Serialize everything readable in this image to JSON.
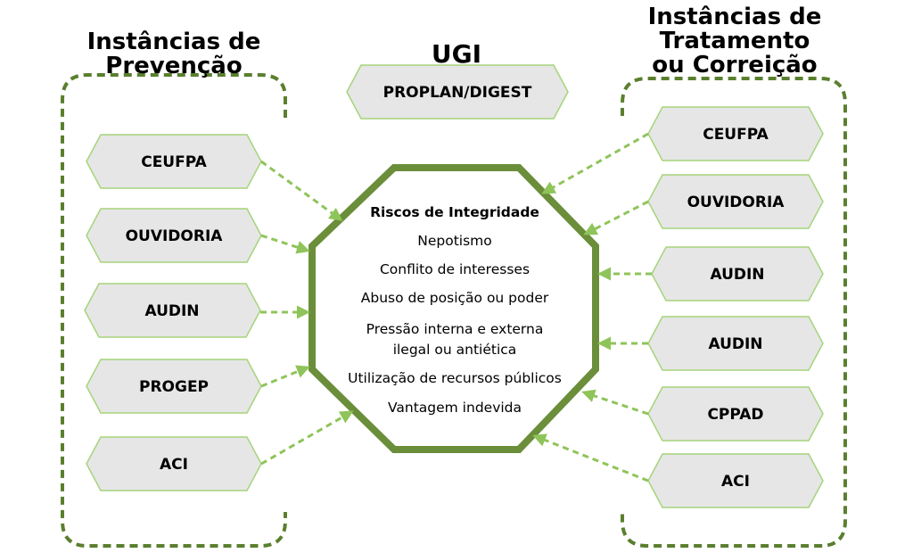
{
  "headings": {
    "prevention": "Instâncias de\nPrevenção",
    "treatment": "Instâncias de\nTratamento\nou Correição",
    "ugi": "UGI"
  },
  "ugi_box": "PROPLAN/DIGEST",
  "prevention_boxes": [
    "CEUFPA",
    "OUVIDORIA",
    "AUDIN",
    "PROGEP",
    "ACI"
  ],
  "treatment_boxes": [
    "CEUFPA",
    "OUVIDORIA",
    "AUDIN",
    "AUDIN",
    "CPPAD",
    "ACI"
  ],
  "center": {
    "title": "Riscos de Integridade",
    "risks": [
      "Nepotismo",
      "Conflito de interesses",
      "Abuso de posição ou poder",
      "Pressão interna e externa\nilegal ou antiética",
      "Utilização de recursos públicos",
      "Vantagem indevida"
    ]
  },
  "colors": {
    "octagon_stroke": "#6b8e3a",
    "dashed_group": "#5a7f2e",
    "arrow": "#8fc45a",
    "box_fill": "#e6e6e6",
    "box_stroke": "#a6d47a"
  }
}
